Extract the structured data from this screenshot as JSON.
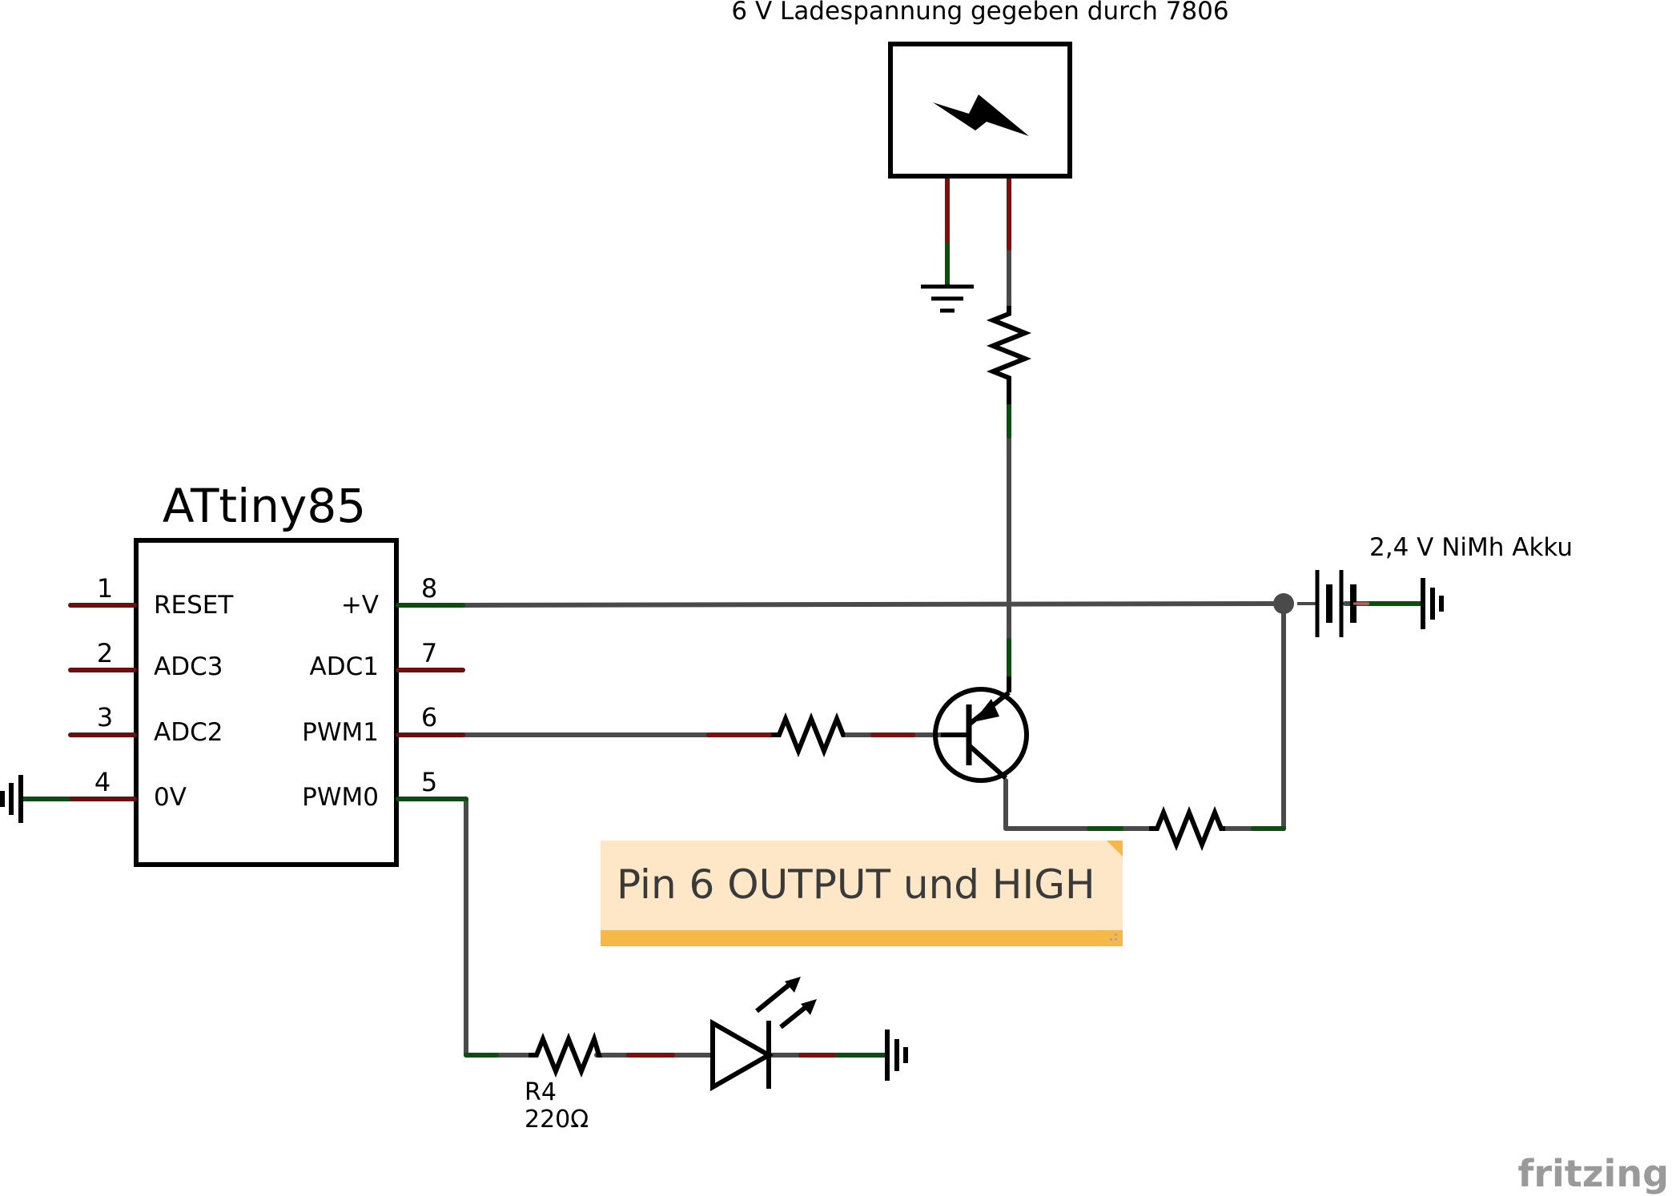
{
  "supply_label": "6 V Ladespannung gegeben durch 7806",
  "battery_label": "2,4 V NiMh Akku",
  "chip": {
    "name": "ATtiny85",
    "pins": [
      {
        "num": "1",
        "label": "RESET"
      },
      {
        "num": "2",
        "label": "ADC3"
      },
      {
        "num": "3",
        "label": "ADC2"
      },
      {
        "num": "4",
        "label": "0V"
      },
      {
        "num": "8",
        "label": "+V"
      },
      {
        "num": "7",
        "label": "ADC1"
      },
      {
        "num": "6",
        "label": "PWM1"
      },
      {
        "num": "5",
        "label": "PWM0"
      }
    ]
  },
  "resistor": {
    "name": "R4",
    "value": "220Ω"
  },
  "note": "Pin 6 OUTPUT und HIGH",
  "logo": "fritzing",
  "colors": {
    "wire": "#4a4a4a",
    "pin_unconnected": "#6b0f0f",
    "pin_connected": "#0e4d12",
    "note_bg": "#fde7c6",
    "note_bar": "#f5b94b"
  }
}
